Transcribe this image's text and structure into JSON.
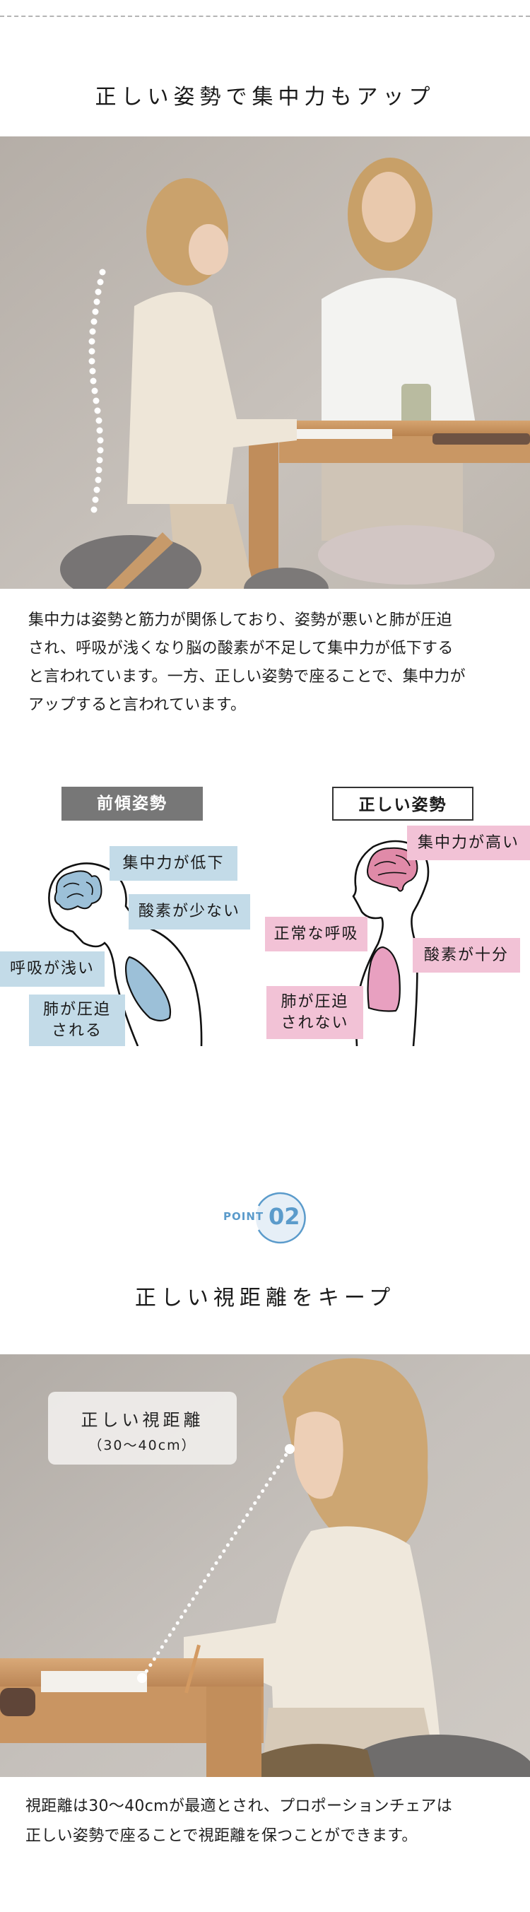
{
  "section1": {
    "title": "正しい姿勢で集中力もアップ",
    "photo_alt": "child-and-woman-at-table-photo",
    "paragraph_lines": [
      "集中力は姿勢と筋力が関係しており、姿勢が悪いと肺が圧迫",
      "され、呼吸が浅くなり脳の酸素が不足して集中力が低下する",
      "と言われています。一方、正しい姿勢で座ることで、集中力が",
      "アップすると言われています。"
    ]
  },
  "comparison": {
    "bad": {
      "heading": "前傾姿勢",
      "tags": [
        "集中力が低下",
        "酸素が少ない",
        "呼吸が浅い",
        "肺が圧迫",
        "される"
      ],
      "color": "#c3dbe8",
      "organ_color": "#9cc0d8"
    },
    "good": {
      "heading": "正しい姿勢",
      "tags": [
        "集中力が高い",
        "正常な呼吸",
        "酸素が十分",
        "肺が圧迫",
        "されない"
      ],
      "color": "#f2c2d6",
      "organ_color": "#e08aa8"
    }
  },
  "point": {
    "label": "POINT",
    "number": "02",
    "accent_color": "#5b9bcb"
  },
  "section2": {
    "title": "正しい視距離をキープ",
    "photo_alt": "child-writing-at-desk-photo",
    "distance_label": "正しい視距離",
    "distance_value": "（30〜40cm）",
    "paragraph_lines": [
      "視距離は30〜40cmが最適とされ、プロポーションチェアは",
      "正しい姿勢で座ることで視距離を保つことができます。"
    ]
  }
}
